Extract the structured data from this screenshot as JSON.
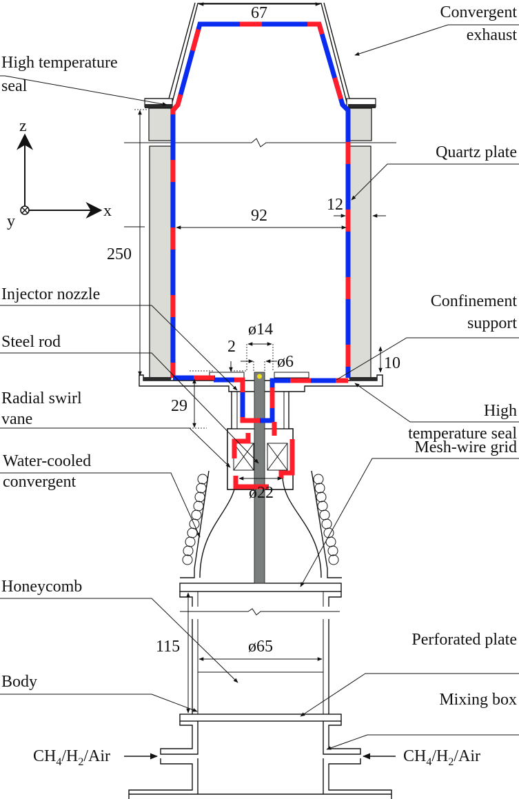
{
  "figure": {
    "type": "combustor schematic",
    "colors": {
      "boundary_a": "#0a2cf0",
      "boundary_b": "#ff1e2a",
      "quartz": "#dcdcd6",
      "seal": "#2a2a2a",
      "rod": "#7a7e7c",
      "rod_marker": "#f2e21a",
      "line": "#111111"
    }
  },
  "axes": {
    "z": "z",
    "x": "x",
    "y": "y"
  },
  "labels": {
    "convergent_exhaust": [
      "Convergent",
      "exhaust"
    ],
    "high_temp_seal_top": [
      "High temperature",
      "seal"
    ],
    "quartz_plate": "Quartz plate",
    "injector_nozzle": "Injector nozzle",
    "confinement_support": [
      "Confinement",
      "support"
    ],
    "steel_rod": "Steel rod",
    "radial_swirl_vane": [
      "Radial swirl",
      "vane"
    ],
    "high_temp_seal_bottom": [
      "High",
      "temperature seal"
    ],
    "water_cooled_convergent": [
      "Water-cooled",
      "convergent"
    ],
    "mesh_wire_grid": "Mesh-wire grid",
    "honeycomb": "Honeycomb",
    "perforated_plate": "Perforated plate",
    "body": "Body",
    "mixing_box": "Mixing box",
    "inlet_left": {
      "main": "CH",
      "s1": "4",
      "m2": "/H",
      "s2": "2",
      "m3": "/Air"
    },
    "inlet_right": {
      "main": "CH",
      "s1": "4",
      "m2": "/H",
      "s2": "2",
      "m3": "/Air"
    }
  },
  "dimensions": {
    "exhaust_width": "67",
    "chamber_width": "92",
    "quartz_thickness": "12",
    "chamber_height": "250",
    "nozzle_diameter": "ø14",
    "rod_diameter": "ø6",
    "gap": "2",
    "support_height": "10",
    "nozzle_length": "29",
    "swirler_diameter": "ø22",
    "body_length": "115",
    "body_diameter": "ø65"
  }
}
